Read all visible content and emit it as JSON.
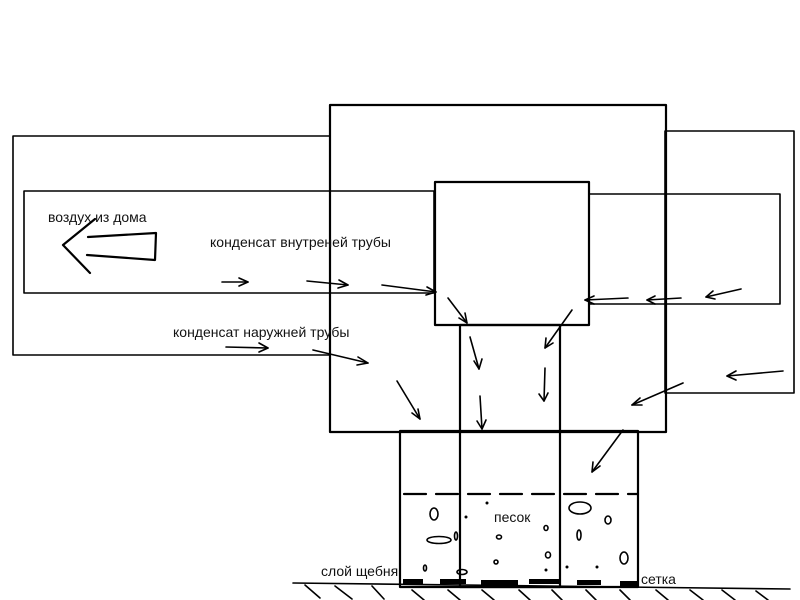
{
  "labels": {
    "air_from_house": "воздух из дома",
    "inner_pipe_condensate": "конденсат внутреней трубы",
    "outer_pipe_condensate": "конденсат наружней трубы",
    "sand": "песок",
    "gravel_layer": "слой щебня",
    "mesh": "сетка"
  },
  "colors": {
    "stroke": "#000000",
    "background": "#ffffff"
  }
}
